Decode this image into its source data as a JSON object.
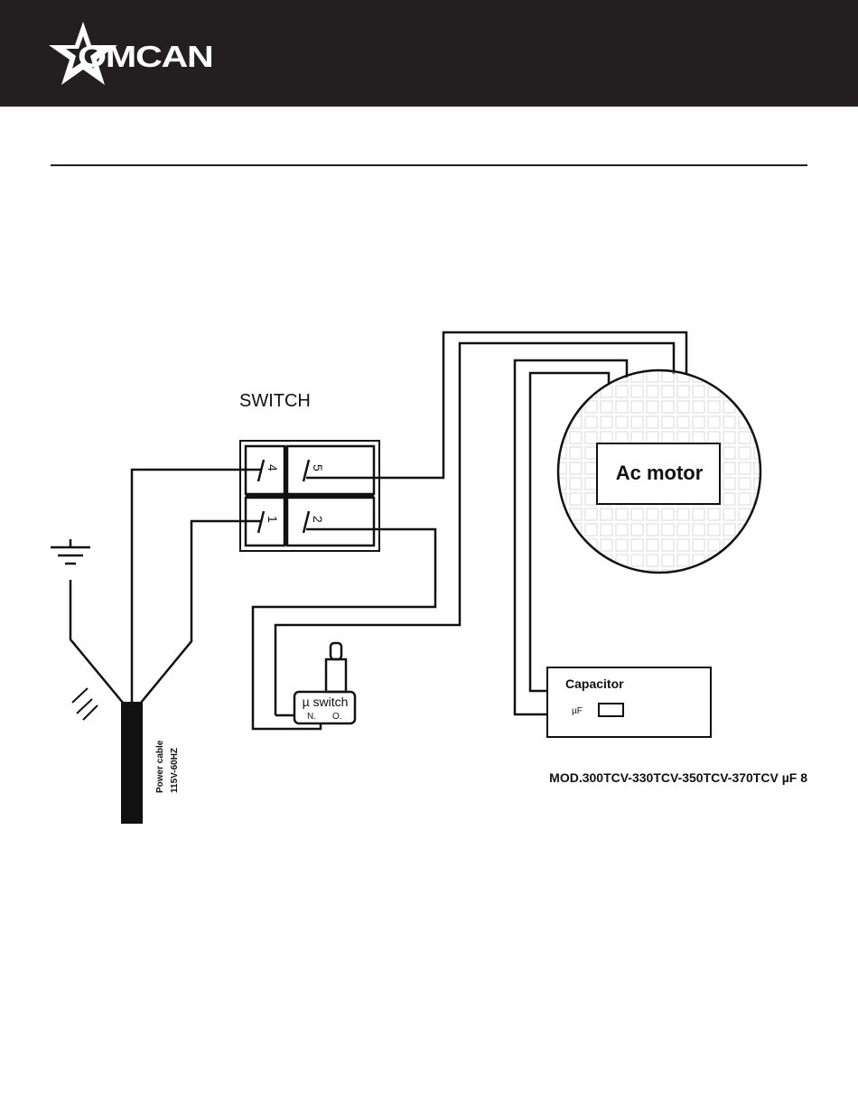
{
  "brand": {
    "name": "OMCAN",
    "logo_icon": "star-logo-icon",
    "header_color": "#231f20"
  },
  "diagram": {
    "switch_title": "SWITCH",
    "switch_terminals": [
      "4",
      "5",
      "1",
      "2"
    ],
    "motor_label": "Ac motor",
    "capacitor_label": "Capacitor",
    "capacitor_unit": "µF",
    "micro_switch_label": "µ switch",
    "micro_switch_n": "N.",
    "micro_switch_o": "O.",
    "power_cable_line1": "Power cable",
    "power_cable_line2": "115V-60HZ",
    "model_note": "MOD.300TCV-330TCV-350TCV-370TCV µF 8"
  }
}
